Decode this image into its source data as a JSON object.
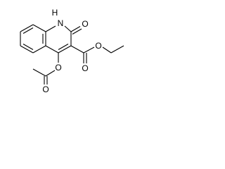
{
  "molecule": {
    "atom_labels": {
      "ring_nitrogen": "N",
      "ring_nitrogen_hydrogen": "H",
      "lactam_oxygen": "O",
      "ester_carbonyl_oxygen": "O",
      "ester_ether_oxygen": "O",
      "acetoxy_ether_oxygen": "O",
      "acetyl_carbonyl_oxygen": "O"
    },
    "line_color": "#000000",
    "background_color": "#ffffff"
  }
}
